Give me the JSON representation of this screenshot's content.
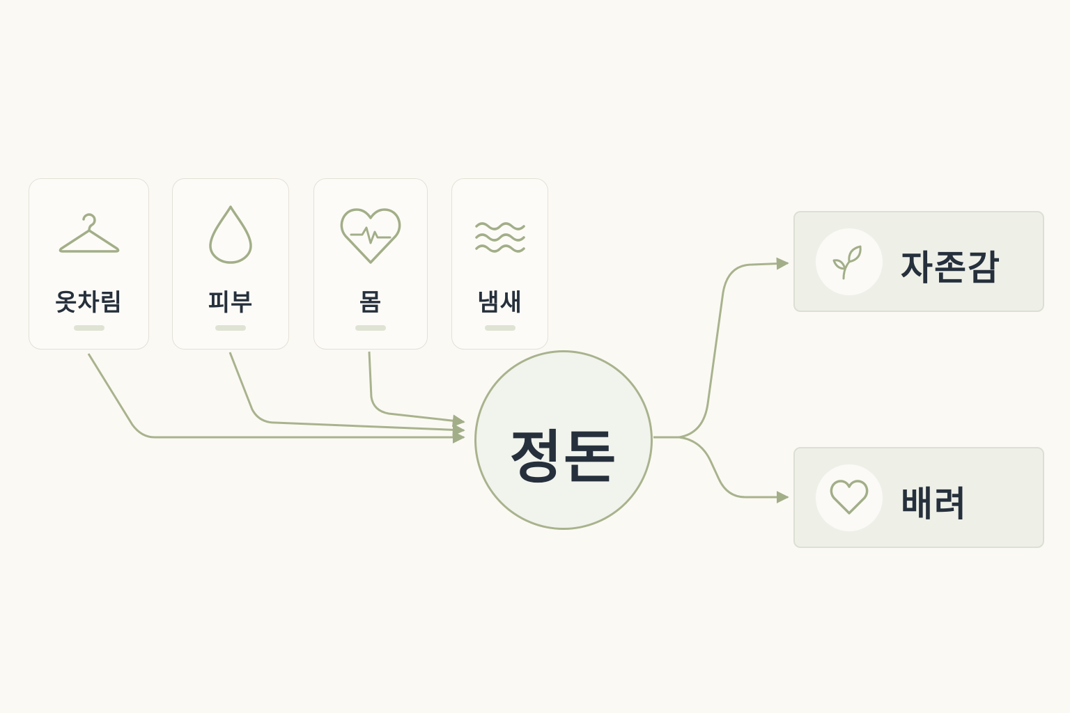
{
  "inputs": [
    {
      "label": "옷차림",
      "icon": "hanger-icon"
    },
    {
      "label": "피부",
      "icon": "water-drop-icon"
    },
    {
      "label": "몸",
      "icon": "heartbeat-icon"
    },
    {
      "label": "냄새",
      "icon": "odor-waves-icon"
    }
  ],
  "center": {
    "label": "정돈"
  },
  "outputs": [
    {
      "label": "자존감",
      "icon": "sprout-icon"
    },
    {
      "label": "배려",
      "icon": "heart-icon"
    }
  ],
  "colors": {
    "accent": "#a2ae88",
    "text": "#26303c",
    "background": "#fbf9f4",
    "output_fill": "#eef0e8"
  }
}
